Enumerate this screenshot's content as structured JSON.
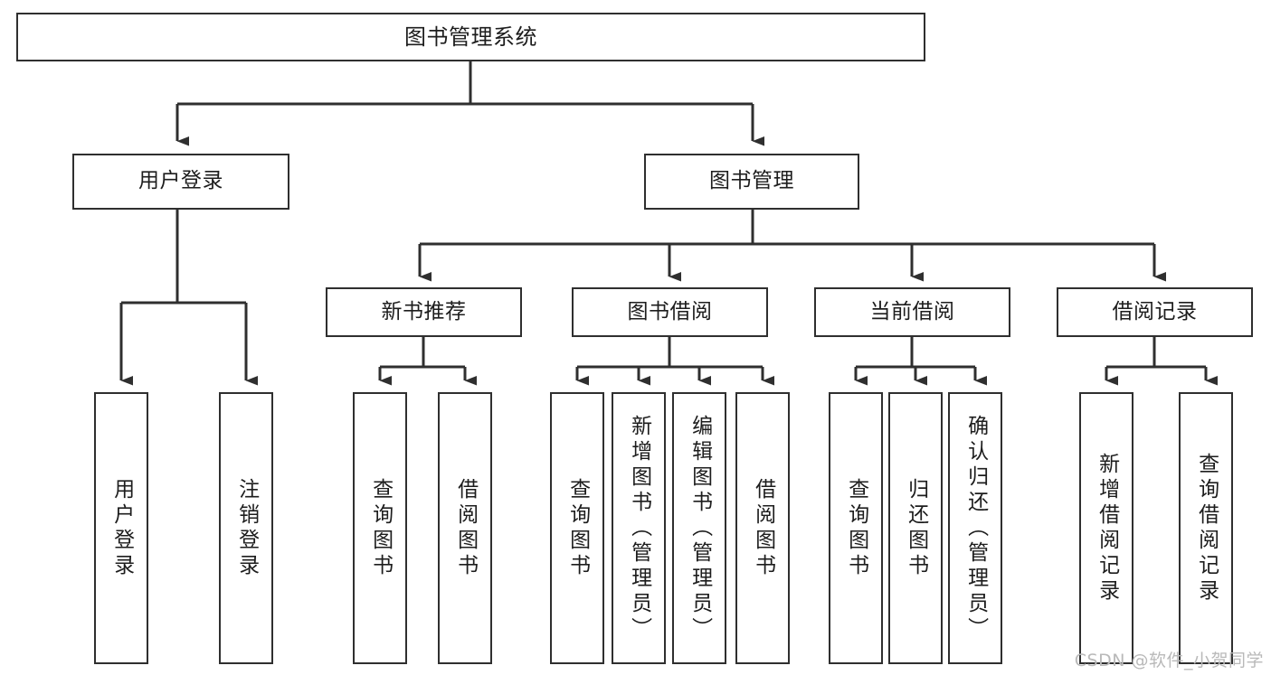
{
  "diagram": {
    "title": "图书管理系统",
    "type": "tree",
    "orientation": "top-down",
    "colors": {
      "node_border": "#2f2f2f",
      "node_fill": "#ffffff",
      "edge": "#2f2f2f",
      "text": "#1d1d1d",
      "watermark": "#b9b9b9",
      "background": "#ffffff"
    }
  },
  "watermark": {
    "text": "CSDN @软件_小贺同学"
  },
  "nodes": {
    "root": {
      "label": "图书管理系统"
    },
    "level2": [
      {
        "id": "user-login",
        "label": "用户登录"
      },
      {
        "id": "book-management",
        "label": "图书管理"
      }
    ],
    "level3": [
      {
        "id": "new-book-recommend",
        "label": "新书推荐"
      },
      {
        "id": "book-borrow",
        "label": "图书借阅"
      },
      {
        "id": "current-borrow",
        "label": "当前借阅"
      },
      {
        "id": "borrow-record",
        "label": "借阅记录"
      }
    ],
    "leaves": [
      {
        "id": "leaf-user-login",
        "parent": "user-login",
        "label": "用户登录"
      },
      {
        "id": "leaf-logout-login",
        "parent": "user-login",
        "label": "注销登录"
      },
      {
        "id": "leaf-query-book-recommend",
        "parent": "new-book-recommend",
        "label": "查询图书"
      },
      {
        "id": "leaf-borrow-book-recommend",
        "parent": "new-book-recommend",
        "label": "借阅图书"
      },
      {
        "id": "leaf-query-book-borrow",
        "parent": "book-borrow",
        "label": "查询图书"
      },
      {
        "id": "leaf-add-book-admin",
        "parent": "book-borrow",
        "label": "新增图书（管理员）"
      },
      {
        "id": "leaf-edit-book-admin",
        "parent": "book-borrow",
        "label": "编辑图书（管理员）"
      },
      {
        "id": "leaf-borrow-book",
        "parent": "book-borrow",
        "label": "借阅图书"
      },
      {
        "id": "leaf-query-book-current",
        "parent": "current-borrow",
        "label": "查询图书"
      },
      {
        "id": "leaf-return-book",
        "parent": "current-borrow",
        "label": "归还图书"
      },
      {
        "id": "leaf-confirm-return-admin",
        "parent": "current-borrow",
        "label": "确认归还（管理员）"
      },
      {
        "id": "leaf-add-borrow-record",
        "parent": "borrow-record",
        "label": "新增借阅记录"
      },
      {
        "id": "leaf-query-borrow-record",
        "parent": "borrow-record",
        "label": "查询借阅记录"
      }
    ]
  }
}
